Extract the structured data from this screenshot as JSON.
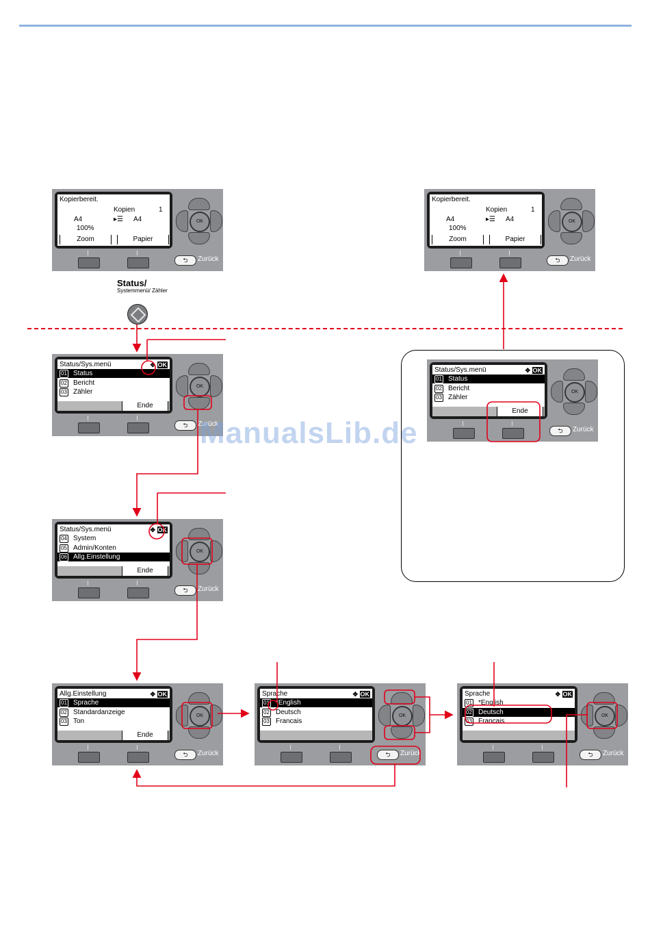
{
  "watermark": "ManualsLib.de",
  "keys": {
    "status_label": "Status/",
    "status_sub": "Systemmenü/ Zähler",
    "back": "Zurück",
    "ok": "OK"
  },
  "copy_screen": {
    "title": "Kopierbereit.",
    "kopien_label": "Kopien",
    "kopien_value": "1",
    "left_paper": "A4",
    "zoom_value": "100%",
    "right_paper": "A4",
    "soft1": "Zoom",
    "soft2": "Papier"
  },
  "p_status1": {
    "title": "Status/Sys.menü",
    "rows": [
      {
        "num": "01",
        "label": "Status"
      },
      {
        "num": "02",
        "label": "Bericht"
      },
      {
        "num": "03",
        "label": "Zähler"
      }
    ],
    "soft2": "Ende"
  },
  "p_status2": {
    "title": "Status/Sys.menü",
    "rows": [
      {
        "num": "04",
        "label": "System"
      },
      {
        "num": "05",
        "label": "Admin/Konten"
      },
      {
        "num": "06",
        "label": "Allg.Einstellung"
      }
    ],
    "soft2": "Ende"
  },
  "p_allg": {
    "title": "Allg.Einstellung",
    "rows": [
      {
        "num": "01",
        "label": "Sprache"
      },
      {
        "num": "02",
        "label": "Standardanzeige"
      },
      {
        "num": "03",
        "label": "Ton"
      }
    ],
    "soft2": "Ende"
  },
  "p_sprache1": {
    "title": "Sprache",
    "rows": [
      {
        "num": "01",
        "label": "*English"
      },
      {
        "num": "02",
        "label": "Deutsch"
      },
      {
        "num": "03",
        "label": "Francais"
      }
    ]
  },
  "p_sprache2": {
    "title": "Sprache",
    "rows": [
      {
        "num": "01",
        "label": "*English"
      },
      {
        "num": "02",
        "label": "Deutsch"
      },
      {
        "num": "03",
        "label": "Francais"
      }
    ]
  },
  "p_callout": {
    "title": "Status/Sys.menü",
    "rows": [
      {
        "num": "01",
        "label": "Status"
      },
      {
        "num": "02",
        "label": "Bericht"
      },
      {
        "num": "03",
        "label": "Zähler"
      }
    ],
    "soft2": "Ende"
  }
}
